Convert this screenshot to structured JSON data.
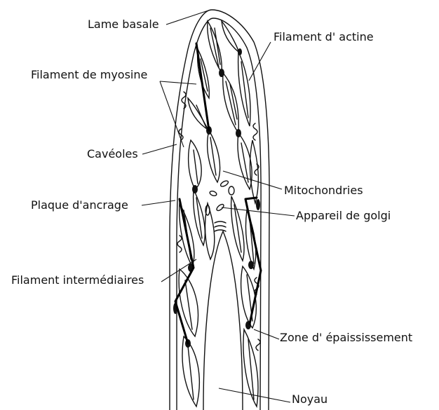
{
  "labels": {
    "lame_basale": "Lame basale",
    "filament_actine": "Filament d' actine",
    "filament_myosine": "Filament de myosine",
    "caveoles": "Cavéoles",
    "plaque_ancrage": "Plaque d'ancrage",
    "mitochondries": "Mitochondries",
    "appareil_golgi": "Appareil  de golgi",
    "filament_intermediaires": "Filament intermédiaires",
    "zone_epaississement": "Zone d' épaississement",
    "noyau": "Noyau"
  }
}
